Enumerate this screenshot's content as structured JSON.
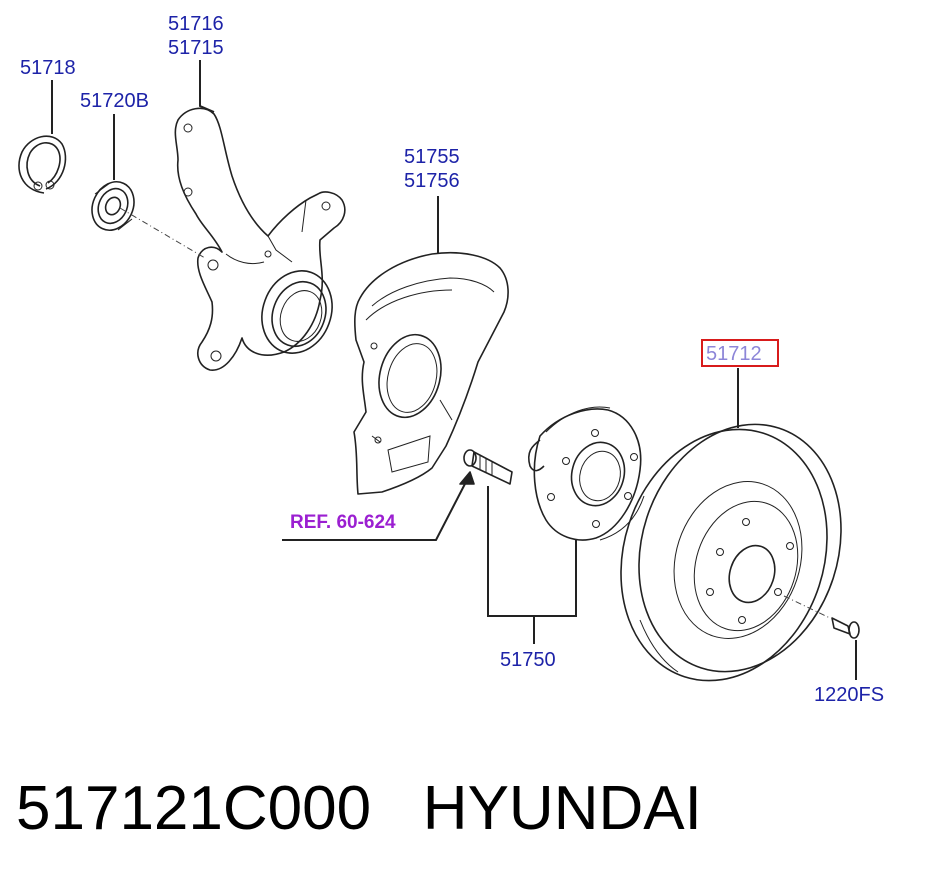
{
  "labels": {
    "p51716": "51716",
    "p51715": "51715",
    "p51718": "51718",
    "p51720B": "51720B",
    "p51755": "51755",
    "p51756": "51756",
    "p51712": "51712",
    "ref": "REF. 60-624",
    "p51750": "51750",
    "p1220FS": "1220FS"
  },
  "caption": {
    "part_number": "517121C000",
    "brand": "HYUNDAI"
  },
  "colors": {
    "label": "#1d23a8",
    "reference": "#9b1fd1",
    "highlight_border": "#d81b1b",
    "highlight_text": "#8d86d8"
  }
}
